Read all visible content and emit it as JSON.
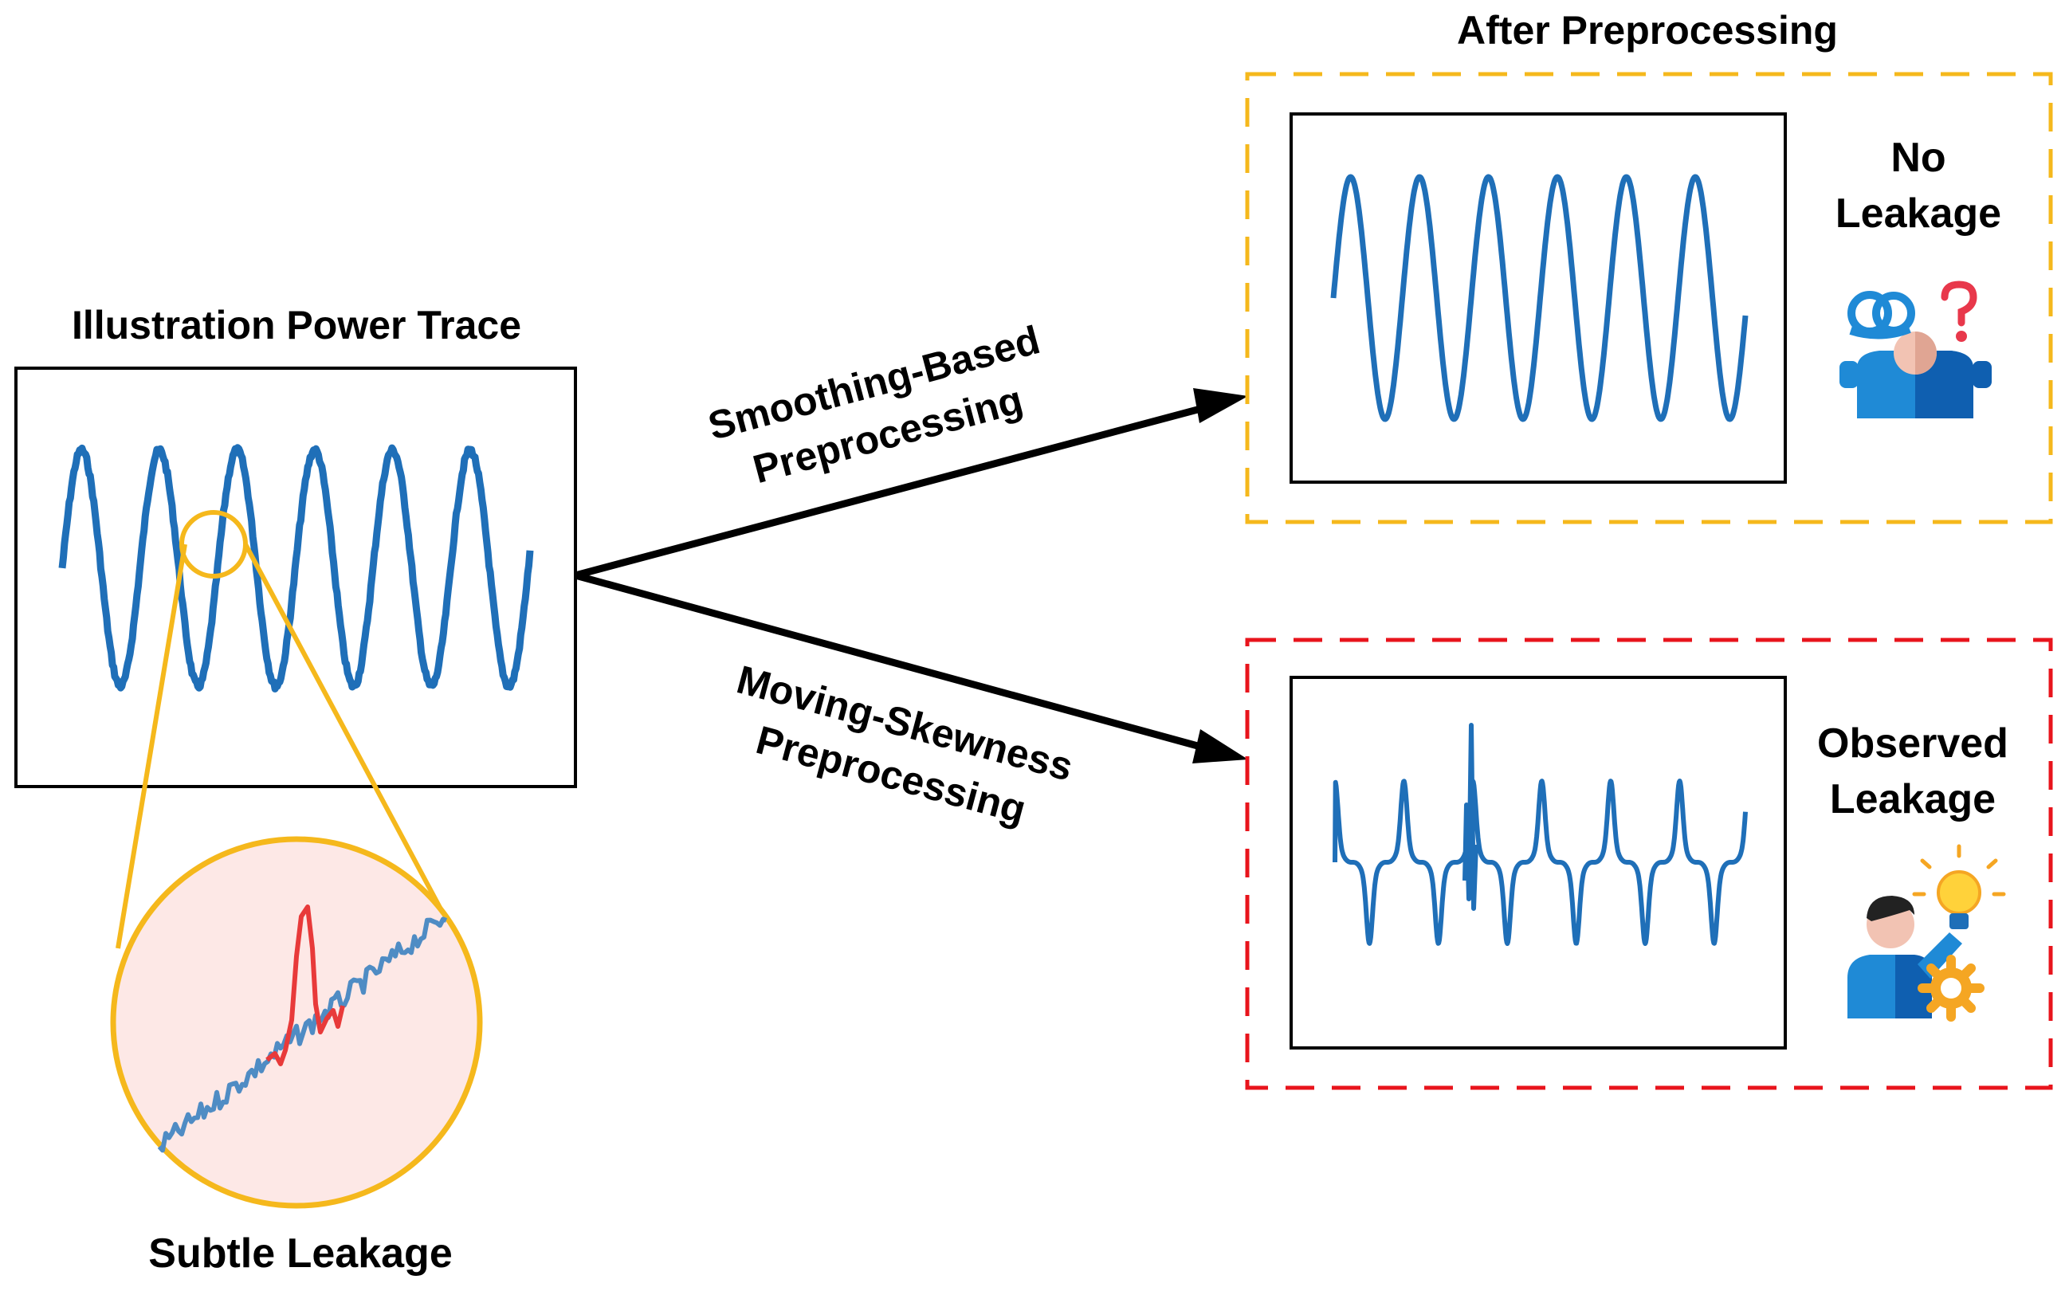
{
  "titles": {
    "input": "Illustration Power Trace",
    "after": "After  Preprocessing",
    "zoom": "Subtle Leakage"
  },
  "arrows": {
    "smoothing": {
      "line1": "Smoothing-Based",
      "line2": "Preprocessing"
    },
    "skewness": {
      "line1": "Moving-Skewness",
      "line2": "Preprocessing"
    }
  },
  "results": {
    "smoothing": {
      "line1": "No",
      "line2": "Leakage",
      "icon": "confused-person-icon"
    },
    "skewness": {
      "line1": "Observed",
      "line2": "Leakage",
      "icon": "person-lightbulb-icon"
    }
  },
  "colors": {
    "trace": "#1f6fb8",
    "zoom_trace": "#4f8cc4",
    "leak": "#e83a3a",
    "zoom_fill": "#fde8e6",
    "highlight": "#f5b81c",
    "no_leak_border": "#f5b81c",
    "leak_border": "#e8141c",
    "arrow": "#000000"
  }
}
